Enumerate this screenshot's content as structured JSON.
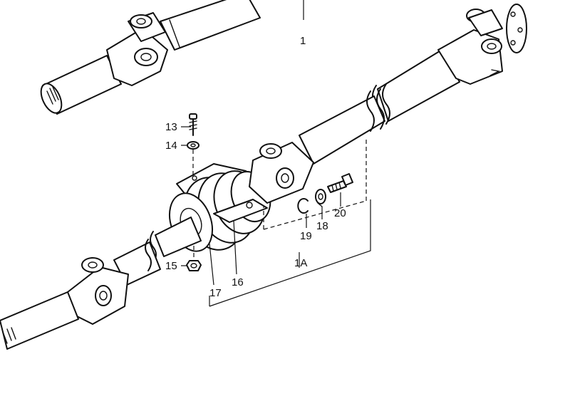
{
  "labels": {
    "p1": "1",
    "p1a": "1A",
    "p13": "13",
    "p14": "14",
    "p15": "15",
    "p16": "16",
    "p17": "17",
    "p18": "18",
    "p19": "19",
    "p20": "20"
  }
}
